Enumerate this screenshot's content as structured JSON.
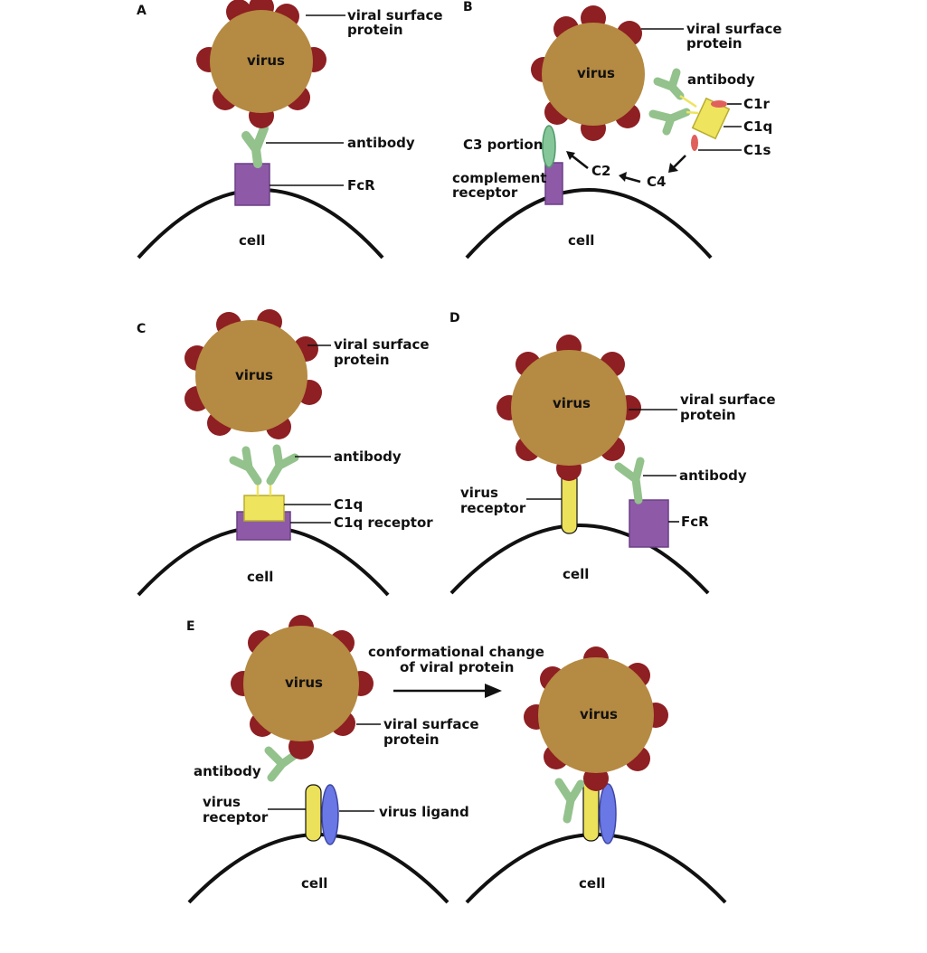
{
  "colors": {
    "virus": "#b58a42",
    "viral_protein": "#8e1f22",
    "antibody": "#93c28c",
    "antibody_stroke": "#6f9f69",
    "fcr": "#8e5aa8",
    "c1q": "#eee45e",
    "c1r_c1s": "#e0605b",
    "c3": "#86c79a",
    "virus_receptor": "#ece15a",
    "virus_ligand": "#6a78e6",
    "membrane": "#111111"
  },
  "panels": {
    "A": {
      "letter": "A",
      "virus": "virus",
      "viral_surface_protein": [
        "viral surface",
        "protein"
      ],
      "antibody": "antibody",
      "fcr": "FcR",
      "cell": "cell"
    },
    "B": {
      "letter": "B",
      "virus": "virus",
      "viral_surface_protein": [
        "viral surface",
        "protein"
      ],
      "antibody": "antibody",
      "c1r": "C1r",
      "c1q": "C1q",
      "c1s": "C1s",
      "c3_portion": "C3 portion",
      "c2": "C2",
      "c4": "C4",
      "complement_receptor": [
        "complement",
        "receptor"
      ],
      "cell": "cell"
    },
    "C": {
      "letter": "C",
      "virus": "virus",
      "viral_surface_protein": [
        "viral surface",
        "protein"
      ],
      "antibody": "antibody",
      "c1q": "C1q",
      "c1q_receptor": "C1q receptor",
      "cell": "cell"
    },
    "D": {
      "letter": "D",
      "virus": "virus",
      "viral_surface_protein": [
        "viral surface",
        "protein"
      ],
      "virus_receptor": [
        "virus",
        "receptor"
      ],
      "antibody": "antibody",
      "fcr": "FcR",
      "cell": "cell"
    },
    "E": {
      "letter": "E",
      "conformational_change": [
        "conformational change",
        "of viral protein"
      ],
      "left_virus": "virus",
      "viral_surface_protein": [
        "viral surface",
        "protein"
      ],
      "antibody": "antibody",
      "virus_receptor": [
        "virus",
        "receptor"
      ],
      "virus_ligand": "virus ligand",
      "left_cell": "cell",
      "right_virus": "virus",
      "right_cell": "cell"
    }
  }
}
